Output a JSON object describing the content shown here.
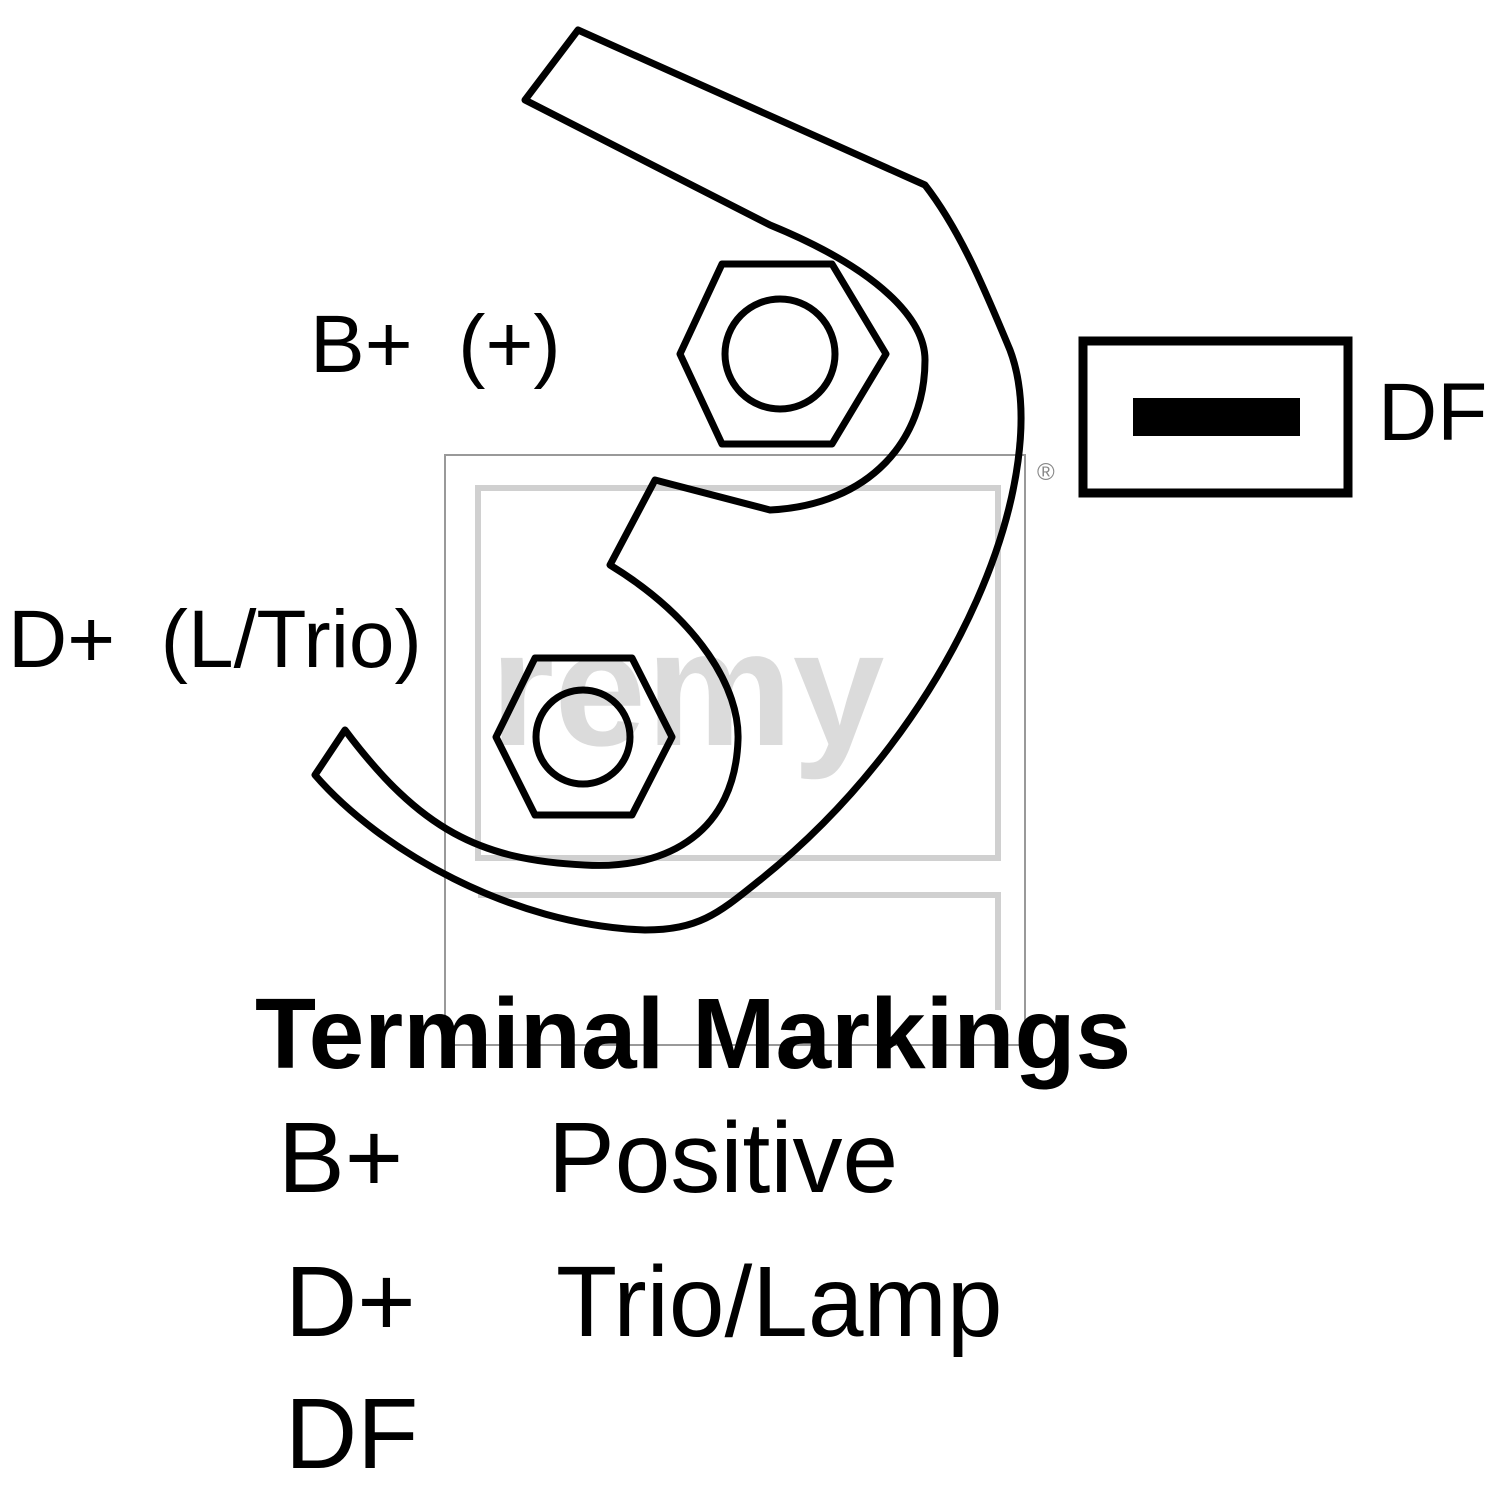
{
  "labels": {
    "b_plus_terminal": "B+  (+)",
    "d_plus_terminal": "D+  (L/Trio)",
    "df_terminal": "DF"
  },
  "legend": {
    "title": "Terminal Markings",
    "rows": [
      {
        "code": "B+",
        "meaning": "Positive"
      },
      {
        "code": "D+",
        "meaning": "Trio/Lamp"
      },
      {
        "code": "DF",
        "meaning": ""
      }
    ]
  },
  "watermark": {
    "brand": "remy",
    "registered_mark": "®"
  },
  "colors": {
    "line": "#000000",
    "watermark": "#bfbfbf",
    "background": "#ffffff"
  }
}
